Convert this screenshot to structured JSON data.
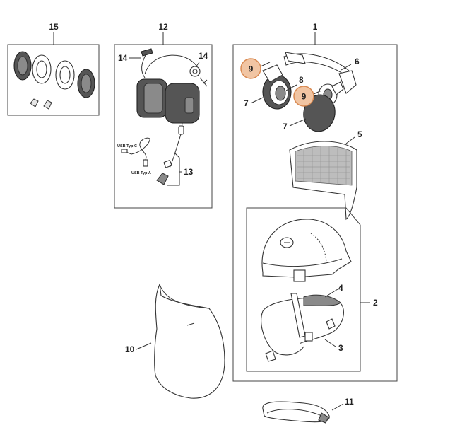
{
  "callouts": {
    "c1": "1",
    "c2": "2",
    "c3": "3",
    "c4": "4",
    "c5": "5",
    "c6": "6",
    "c7a": "7",
    "c7b": "7",
    "c8": "8",
    "c9a": "9",
    "c9b": "9",
    "c10": "10",
    "c11": "11",
    "c12": "12",
    "c13": "13",
    "c14a": "14",
    "c14b": "14",
    "c15": "15"
  },
  "labels": {
    "usb_c": "USB Typ C",
    "usb_a": "USB Typ A"
  },
  "colors": {
    "highlight_fill": "#f1c5a3",
    "highlight_stroke": "#d98a52",
    "line": "#333333"
  }
}
